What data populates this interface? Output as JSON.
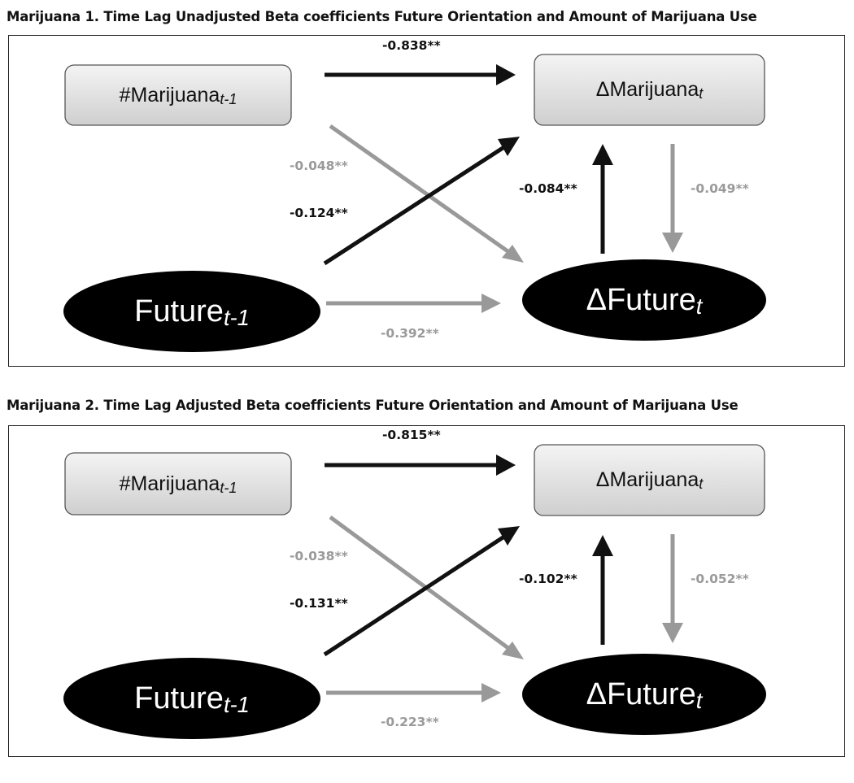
{
  "colors": {
    "strong": "#111111",
    "weak": "#999999"
  },
  "panels": [
    {
      "title": "Marijuana 1. Time Lag Unadjusted Beta coefficients Future Orientation and Amount of Marijuana Use",
      "nodes": {
        "marijuana_prev": {
          "main": "#Marijuana",
          "sub": "t-1"
        },
        "marijuana_delta": {
          "main": "ΔMarijuana",
          "sub": "t"
        },
        "future_prev": {
          "main": "Future",
          "sub": "t-1"
        },
        "future_delta": {
          "main": "ΔFuture",
          "sub": "t"
        }
      },
      "coefficients": {
        "mar_to_mar": "-0.838**",
        "mar_to_fut": "-0.048**",
        "fut_to_mar": "-0.124**",
        "fut_to_fut": "-0.392**",
        "dfut_to_dmar": "-0.084**",
        "dmar_to_dfut": "-0.049**"
      }
    },
    {
      "title": "Marijuana 2. Time Lag Adjusted Beta coefficients Future Orientation and Amount of Marijuana Use",
      "nodes": {
        "marijuana_prev": {
          "main": "#Marijuana",
          "sub": "t-1"
        },
        "marijuana_delta": {
          "main": "ΔMarijuana",
          "sub": "t"
        },
        "future_prev": {
          "main": "Future",
          "sub": "t-1"
        },
        "future_delta": {
          "main": "ΔFuture",
          "sub": "t"
        }
      },
      "coefficients": {
        "mar_to_mar": "-0.815**",
        "mar_to_fut": "-0.038**",
        "fut_to_mar": "-0.131**",
        "fut_to_fut": "-0.223**",
        "dfut_to_dmar": "-0.102**",
        "dmar_to_dfut": "-0.052**"
      }
    }
  ]
}
